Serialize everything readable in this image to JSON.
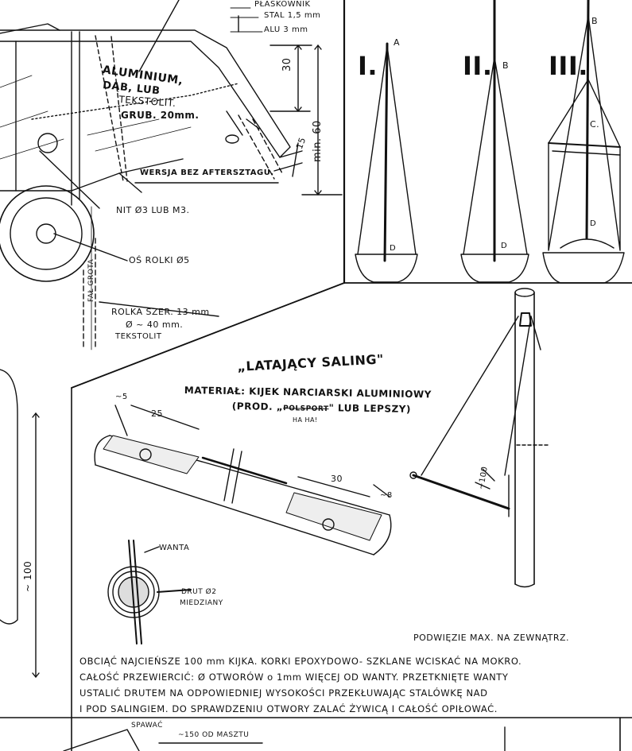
{
  "top_left_detail": {
    "plaskownik": "PŁASKOWNIK",
    "stal": "STAL 1,5 mm",
    "alu": "ALU 3 mm",
    "dim_30": "30",
    "dim_min60": "min. 60",
    "dim_15": "15",
    "material": [
      "ALUMINIUM,",
      "DĄB, LUB",
      "TEKSTOLIT.",
      "GRUB. 20mm."
    ],
    "wersja": "WERSJA BEZ AFTERSZTAGU.",
    "nit": "NIT Ø3 LUB M3.",
    "os_rolki": "OŚ ROLKI Ø5",
    "fal_grota": "FAŁ GROTA",
    "rolka": "ROLKA SZER. 13 mm",
    "rolka_dia": "Ø ~ 40 mm.",
    "tekstolit": "TEKSTOLIT"
  },
  "rig_variants": [
    {
      "numeral": "I.",
      "top_label": "A",
      "base_label": "D"
    },
    {
      "numeral": "II.",
      "top_label": "B",
      "base_label": "D"
    },
    {
      "numeral": "III.",
      "top_label": "B",
      "mid_label": "C.",
      "base_label": "D"
    }
  ],
  "saling": {
    "title": "„LATAJĄCY SALING\"",
    "material_line": "MATERIAŁ: KIJEK NARCIARSKI ALUMINIOWY",
    "prod_prefix": "(PROD. „",
    "prod_struck": "POLSPORT",
    "prod_suffix": "\" LUB LEPSZY)",
    "haha": "HA HA!",
    "dim_5": "~5",
    "dim_25": "25",
    "dim_30": "30",
    "dim_8": "~8",
    "wanta": "WANTA",
    "drut": "DRUT Ø2",
    "miedziany": "MIEDZIANY",
    "left_dim": "~ 100",
    "mast_dim": "~100",
    "podwiezie": "PODWIĘZIE MAX. NA ZEWNĄTRZ."
  },
  "instructions": [
    "OBCIĄĆ NAJCIEŃSZE 100 mm KIJKA. KORKI EPOXYDOWO- SZKLANE WCISKAĆ NA MOKRO.",
    "CAŁOŚĆ PRZEWIERCIĆ: Ø OTWORÓW o 1mm WIĘCEJ OD WANTY. PRZETKNIĘTE WANTY",
    "USTALIĆ DRUTEM NA ODPOWIEDNIEJ WYSOKOŚCI PRZEKŁUWAJĄC STALÓWKĘ NAD",
    "I POD SALINGIEM. DO SPRAWDZENIU OTWORY ZALAĆ ŻYWICĄ I CAŁOŚĆ OPIŁOWAĆ."
  ],
  "bottom": {
    "spawac": "SPAWAĆ",
    "dist": "~150 OD MASZTU"
  }
}
